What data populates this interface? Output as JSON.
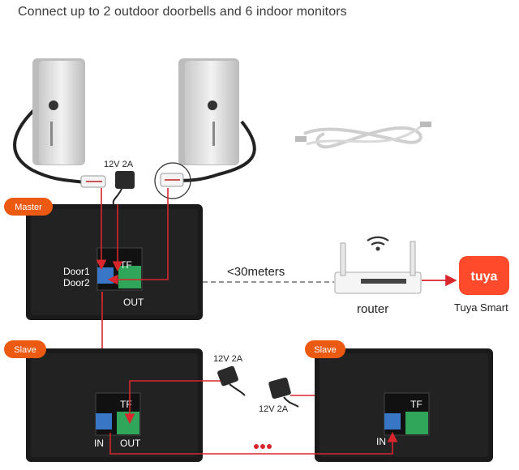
{
  "title": "Connect up to 2 outdoor doorbells and 6 indoor monitors",
  "labels": {
    "master_badge": "Master",
    "slave_badge": "Slave",
    "slave_badge_2": "Slave",
    "power_top": "12V 2A",
    "power_mid": "12V 2A",
    "power_right": "12V 2A",
    "door1": "Door1",
    "door2": "Door2",
    "tf": "TF",
    "tf_slave1": "TF",
    "tf_slave2": "TF",
    "out_master": "OUT",
    "in_slave1": "IN",
    "out_slave1": "OUT",
    "in_slave2": "IN",
    "distance": "<30meters",
    "router": "router",
    "tuya_logo": "tuya",
    "tuya_smart": "Tuya Smart"
  },
  "colors": {
    "badge": "#ec5a12",
    "wire": "#d8262c",
    "monitor": "#1a1a1a",
    "doorbell": "#d9d9d9"
  },
  "icons": {
    "wifi": "wifi-icon",
    "router": "router-icon",
    "tuya": "tuya-logo-icon",
    "adapter": "power-adapter-icon",
    "cable": "network-cable-icon",
    "more": "ellipsis-dots-icon"
  }
}
